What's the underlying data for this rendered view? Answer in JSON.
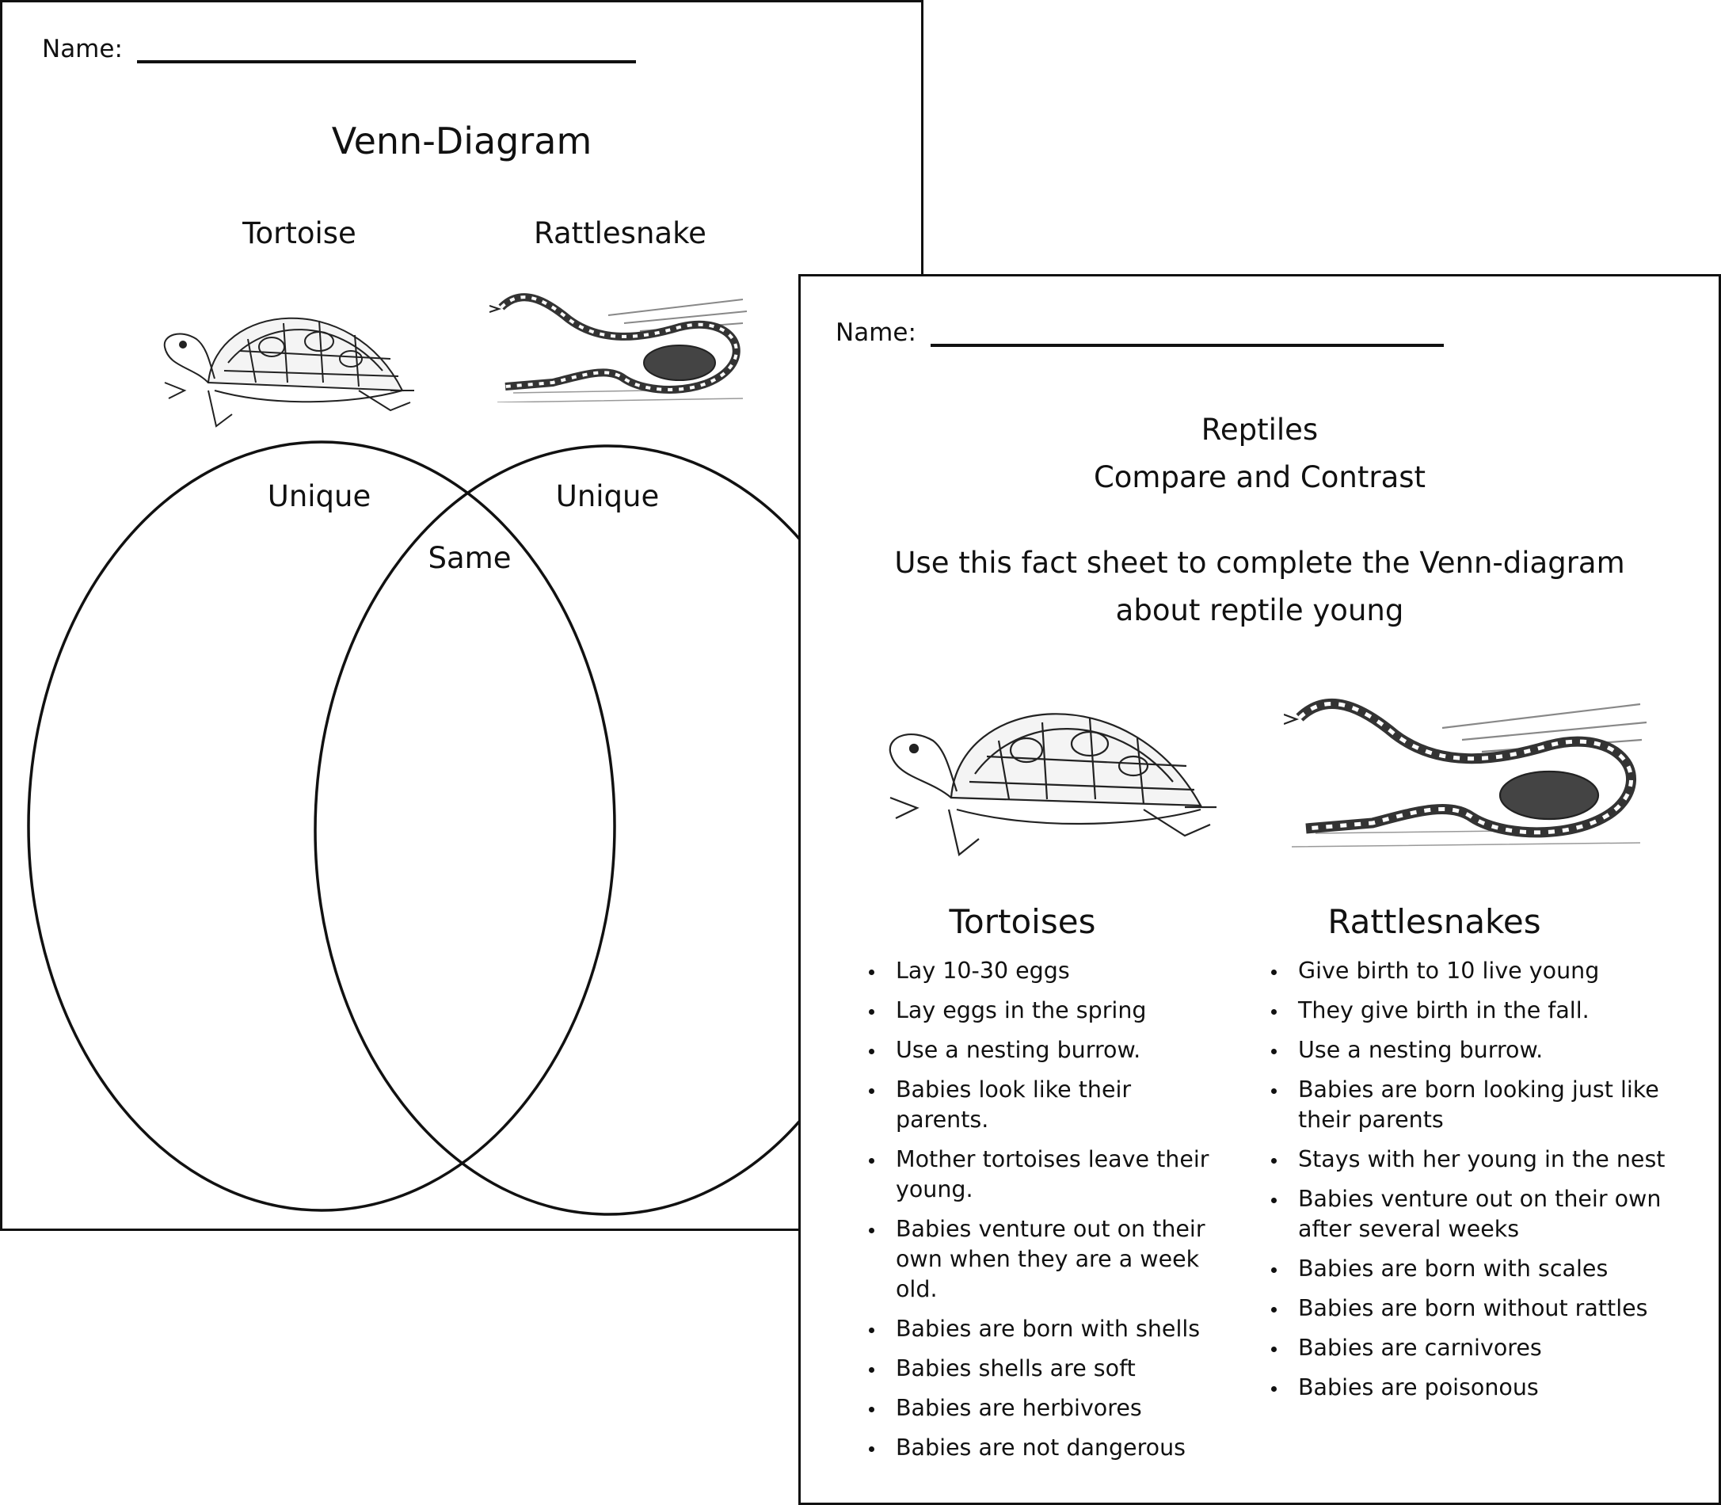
{
  "venn_sheet": {
    "name_label": "Name:",
    "title": "Venn-Diagram",
    "left_animal": "Tortoise",
    "right_animal": "Rattlesnake",
    "left_region_label": "Unique",
    "right_region_label": "Unique",
    "overlap_label": "Same",
    "left_icon": "tortoise-illustration",
    "right_icon": "rattlesnake-illustration"
  },
  "fact_sheet": {
    "name_label": "Name:",
    "title_line1": "Reptiles",
    "title_line2": "Compare and Contrast",
    "instruction_line1": "Use this fact sheet to complete the Venn-diagram",
    "instruction_line2": "about reptile young",
    "left_icon": "tortoise-illustration",
    "right_icon": "rattlesnake-illustration",
    "columns": [
      {
        "heading": "Tortoises",
        "facts": [
          "Lay 10-30 eggs",
          "Lay eggs in the spring",
          "Use a nesting burrow.",
          "Babies look like their parents.",
          "Mother tortoises leave their young.",
          "Babies venture out on their own when they are a week old.",
          "Babies are born with shells",
          "Babies shells are soft",
          "Babies are herbivores",
          "Babies are not dangerous"
        ]
      },
      {
        "heading": "Rattlesnakes",
        "facts": [
          "Give birth to 10 live young",
          "They give birth in the fall.",
          "Use a nesting burrow.",
          "Babies are born looking just like their parents",
          "Stays with her young in the nest",
          "Babies venture out on their own after several weeks",
          "Babies are born with scales",
          "Babies are born without rattles",
          "Babies are carnivores",
          "Babies are poisonous"
        ]
      }
    ]
  }
}
